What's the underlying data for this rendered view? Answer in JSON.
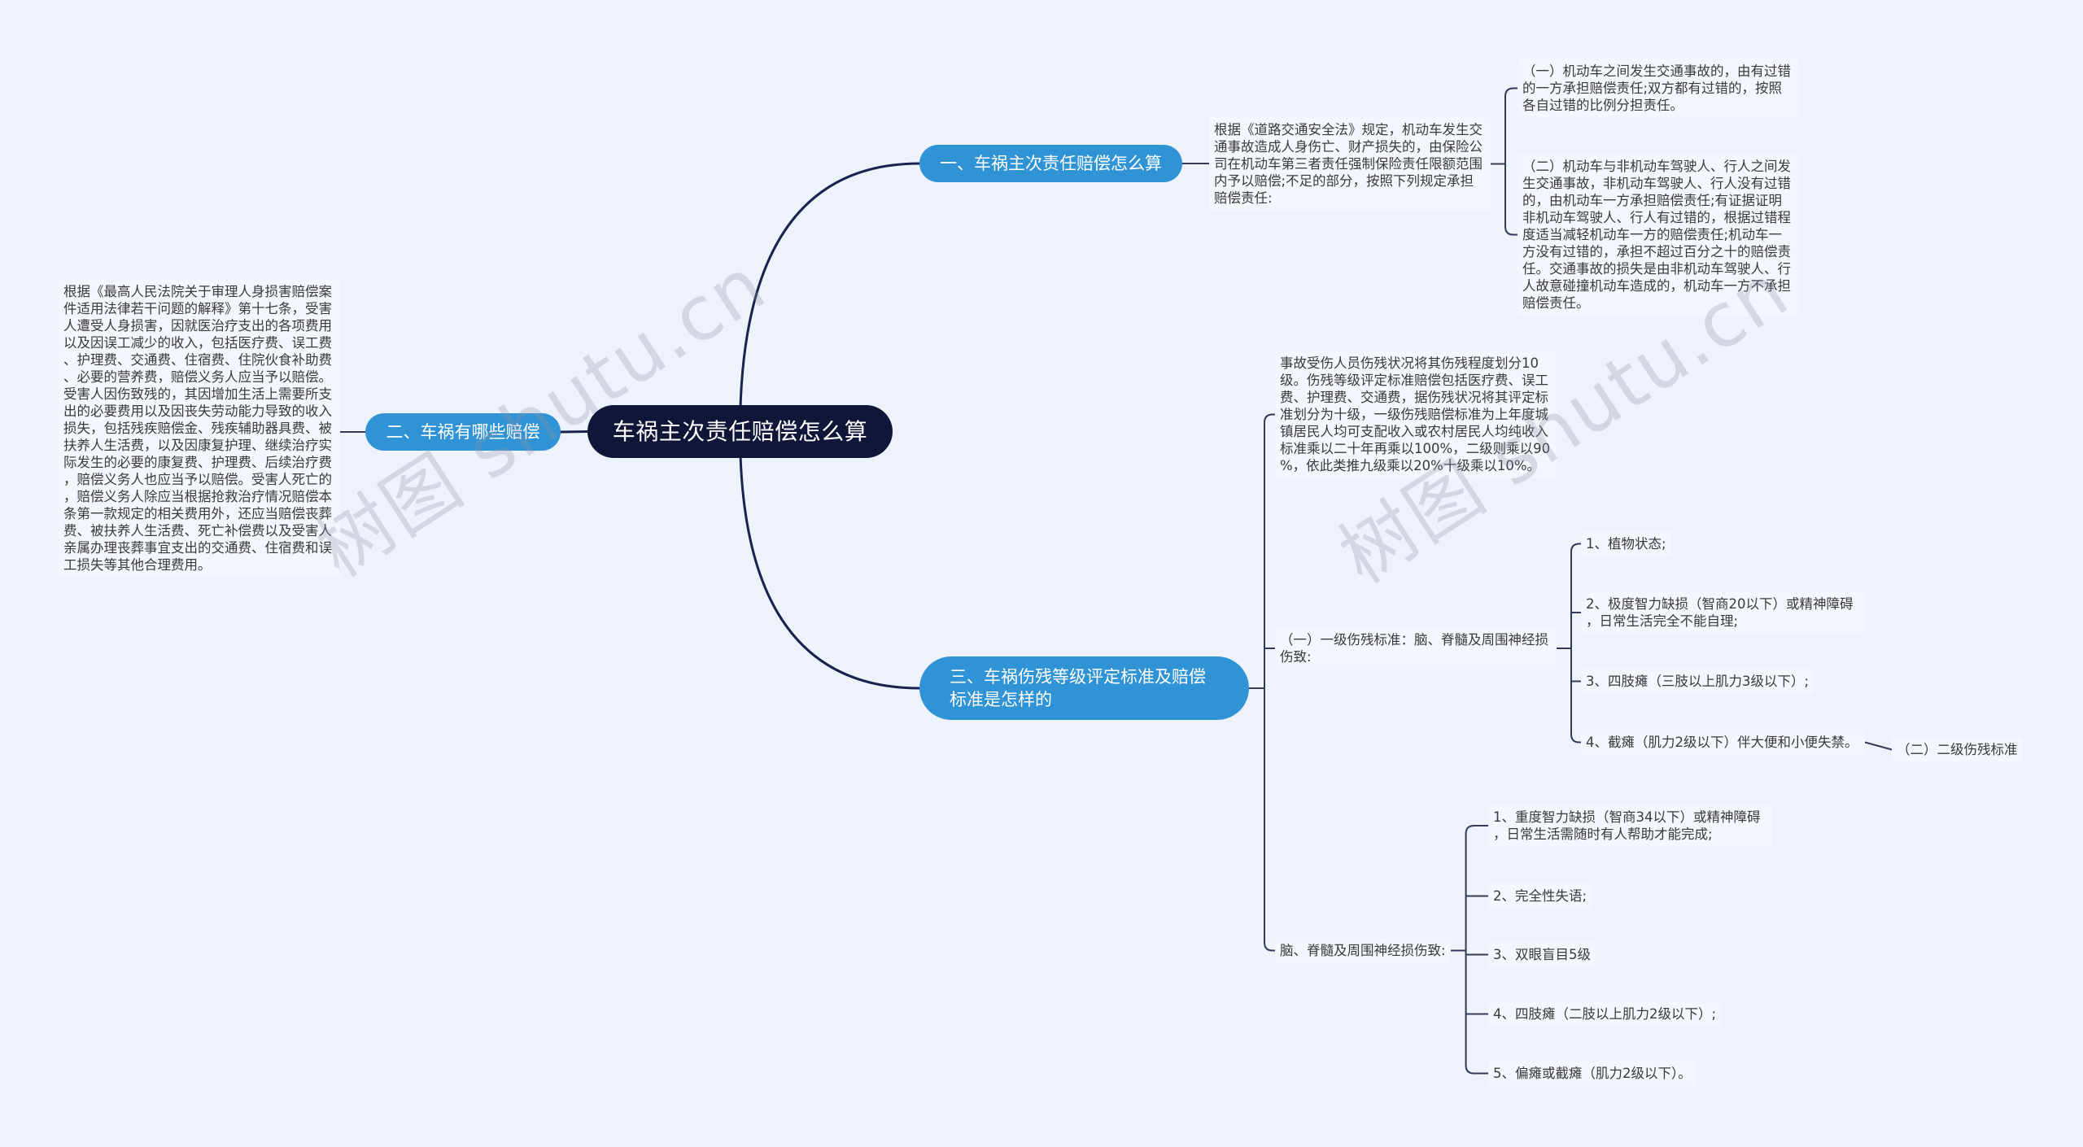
{
  "root": {
    "label": "车祸主次责任赔偿怎么算"
  },
  "branches": [
    {
      "label": "一、车祸主次责任赔偿怎么算",
      "detail": "根据《道路交通安全法》规定，机动车发生交通事故造成人身伤亡、财产损失的，由保险公司在机动车第三者责任强制保险责任限额范围内予以赔偿;不足的部分，按照下列规定承担赔偿责任:",
      "children": [
        "（一）机动车之间发生交通事故的，由有过错的一方承担赔偿责任;双方都有过错的，按照各自过错的比例分担责任。",
        "（二）机动车与非机动车驾驶人、行人之间发生交通事故，非机动车驾驶人、行人没有过错的，由机动车一方承担赔偿责任;有证据证明非机动车驾驶人、行人有过错的，根据过错程度适当减轻机动车一方的赔偿责任;机动车一方没有过错的，承担不超过百分之十的赔偿责任。交通事故的损失是由非机动车驾驶人、行人故意碰撞机动车造成的，机动车一方不承担赔偿责任。"
      ]
    },
    {
      "label": "二、车祸有哪些赔偿",
      "detail": "根据《最高人民法院关于审理人身损害赔偿案件适用法律若干问题的解释》第十七条，受害人遭受人身损害，因就医治疗支出的各项费用以及因误工减少的收入，包括医疗费、误工费、护理费、交通费、住宿费、住院伙食补助费、必要的营养费，赔偿义务人应当予以赔偿。受害人因伤致残的，其因增加生活上需要所支出的必要费用以及因丧失劳动能力导致的收入损失，包括残疾赔偿金、残疾辅助器具费、被扶养人生活费，以及因康复护理、继续治疗实际发生的必要的康复费、护理费、后续治疗费，赔偿义务人也应当予以赔偿。受害人死亡的，赔偿义务人除应当根据抢救治疗情况赔偿本条第一款规定的相关费用外，还应当赔偿丧葬费、被扶养人生活费、死亡补偿费以及受害人亲属办理丧葬事宜支出的交通费、住宿费和误工损失等其他合理费用。"
    },
    {
      "label": "三、车祸伤残等级评定标准及赔偿标准是怎样的",
      "detail": "事故受伤人员伤残状况将其伤残程度划分10级。伤残等级评定标准赔偿包括医疗费、误工费、护理费、交通费，据伤残状况将其评定标准划分为十级，一级伤残赔偿标准为上年度城镇居民人均可支配收入或农村居民人均纯收入标准乘以二十年再乘以100%，二级则乘以90%，依此类推九级乘以20%十级乘以10%。",
      "groups": [
        {
          "label": "（一）一级伤残标准：脑、脊髓及周围神经损伤致:",
          "items": [
            "1、植物状态;",
            "2、极度智力缺损（智商20以下）或精神障碍，日常生活完全不能自理;",
            "3、四肢瘫（三肢以上肌力3级以下）;",
            "4、截瘫（肌力2级以下）伴大便和小便失禁。"
          ],
          "next": "（二）二级伤残标准"
        },
        {
          "label": "脑、脊髓及周围神经损伤致:",
          "items": [
            "1、重度智力缺损（智商34以下）或精神障碍，日常生活需随时有人帮助才能完成;",
            "2、完全性失语;",
            "3、双眼盲目5级",
            "4、四肢瘫（二肢以上肌力2级以下）;",
            "5、偏瘫或截瘫（肌力2级以下）。"
          ]
        }
      ]
    }
  ],
  "watermark": "树图 shutu.cn",
  "colors": {
    "background": "#eef2fb",
    "root": "#111639",
    "branch": "#2f93d6",
    "box": "#f4f6fd",
    "root_line": "#1c2250",
    "line": "#343a58"
  }
}
